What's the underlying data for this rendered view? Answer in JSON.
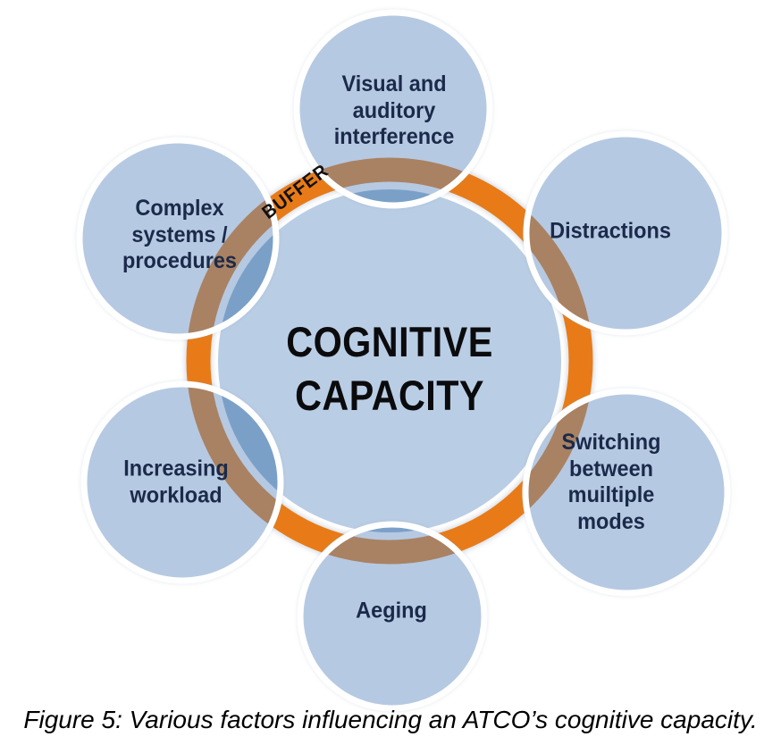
{
  "diagram": {
    "center": {
      "label": "COGNITIVE\nCAPACITY"
    },
    "ring": {
      "label": "BUFFER"
    },
    "factors": [
      {
        "id": "visual-auditory-interference",
        "label": "Visual and\nauditory\ninterference"
      },
      {
        "id": "distractions",
        "label": "Distractions"
      },
      {
        "id": "switching-between-muiltiple-modes",
        "label": "Switching\nbetween\nmuiltiple\nmodes"
      },
      {
        "id": "aeging",
        "label": "Aeging"
      },
      {
        "id": "increasing-workload",
        "label": "Increasing\nworkload"
      },
      {
        "id": "complex-systems-procedures",
        "label": "Complex\nsystems /\nprocedures"
      }
    ],
    "colors": {
      "circle_blue": "#b6c9e2",
      "center_blue": "#b9cde5",
      "overlap_blue": "#7ba0c8",
      "ring_orange": "#e87b17",
      "ring_overlap_brown": "#a98263",
      "label_navy": "#1b2a4a"
    }
  },
  "caption": "Figure 5: Various factors influencing an ATCO’s cognitive capacity."
}
